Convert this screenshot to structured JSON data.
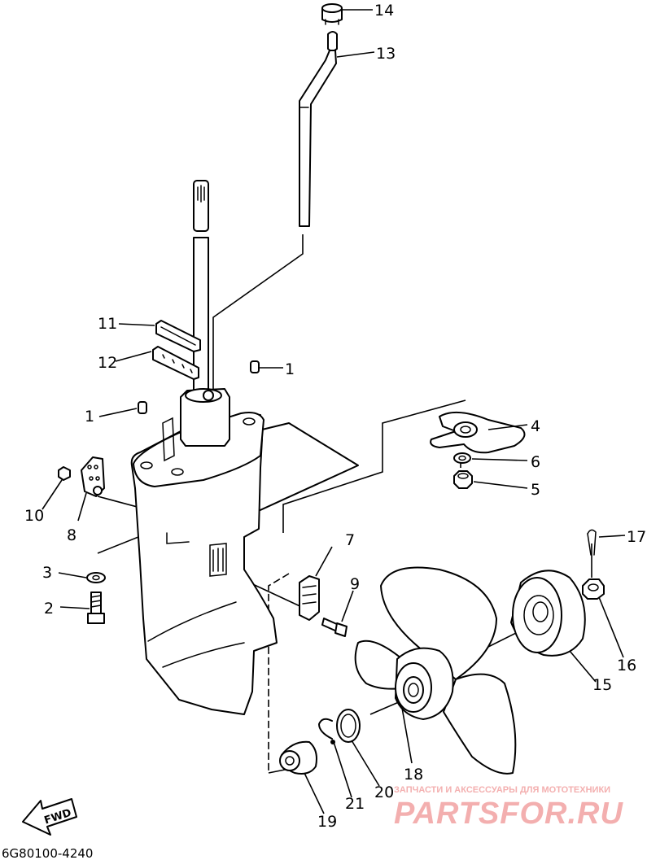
{
  "diagram_code": "6G80100-4240",
  "fwd_label": "FWD",
  "watermark": {
    "tagline": "ЗАПЧАСТИ И АКСЕССУАРЫ ДЛЯ МОТОТЕХНИКИ",
    "logo_text": "PARTSFOR.RU",
    "color": "#f2a2a2"
  },
  "callouts": {
    "c1a": "1",
    "c1b": "1",
    "c2": "2",
    "c3": "3",
    "c4": "4",
    "c5": "5",
    "c6": "6",
    "c7": "7",
    "c8": "8",
    "c9": "9",
    "c10": "10",
    "c11": "11",
    "c12": "12",
    "c13": "13",
    "c14": "14",
    "c15": "15",
    "c16": "16",
    "c17": "17",
    "c18": "18",
    "c19": "19",
    "c20": "20",
    "c21": "21"
  }
}
